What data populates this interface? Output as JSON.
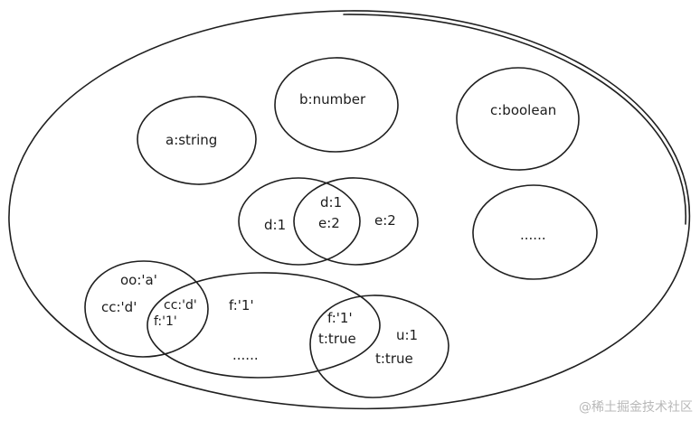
{
  "circles": {
    "a": "a:string",
    "b": "b:number",
    "c": "c:boolean",
    "d_left": "d:1",
    "d_overlap": "d:1",
    "e_overlap": "e:2",
    "e_right": "e:2",
    "ellipsis_right": "......",
    "oo": "oo:'a'",
    "cc_left": "cc:'d'",
    "cc_overlap": "cc:'d'",
    "f_overlap_left": "f:'1'",
    "f_mid": "f:'1'",
    "ellipsis_bottom": "......",
    "f_overlap_right": "f:'1'",
    "t_overlap": "t:true",
    "u": "u:1",
    "t_right": "t:true"
  },
  "watermark": "@稀土掘金技术社区"
}
